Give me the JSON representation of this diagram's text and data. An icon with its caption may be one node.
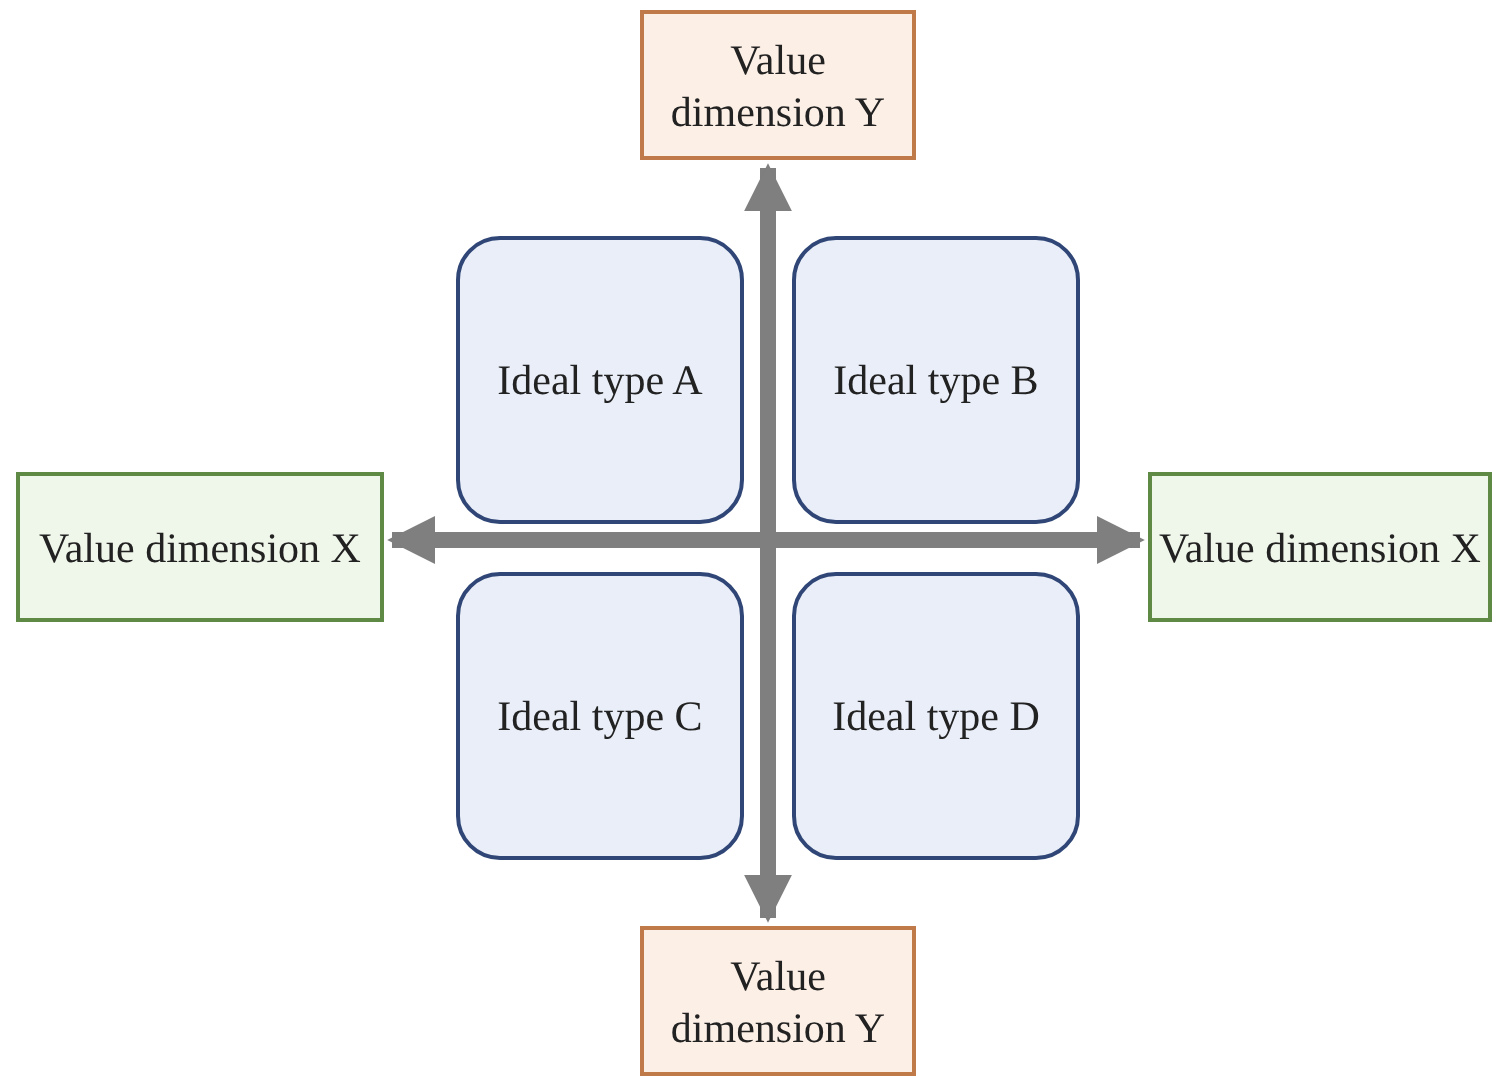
{
  "diagram": {
    "nodes": [
      {
        "text": [
          "Value dimension Y"
        ]
      },
      {
        "text": [
          "Ideal type A"
        ]
      },
      {
        "text": [
          "Ideal type B"
        ]
      },
      {
        "text": [
          "Value dimension X"
        ]
      },
      {
        "text": [
          "Value dimension X"
        ]
      },
      {
        "text": [
          "Ideal type C"
        ]
      },
      {
        "text": [
          "Ideal type D"
        ]
      },
      {
        "text": [
          "Value dimension Y"
        ]
      }
    ],
    "edges": [
      {
        "from": 3,
        "to": 4,
        "arrow": "both"
      },
      {
        "from": 0,
        "to": 7,
        "arrow": "both"
      }
    ]
  }
}
